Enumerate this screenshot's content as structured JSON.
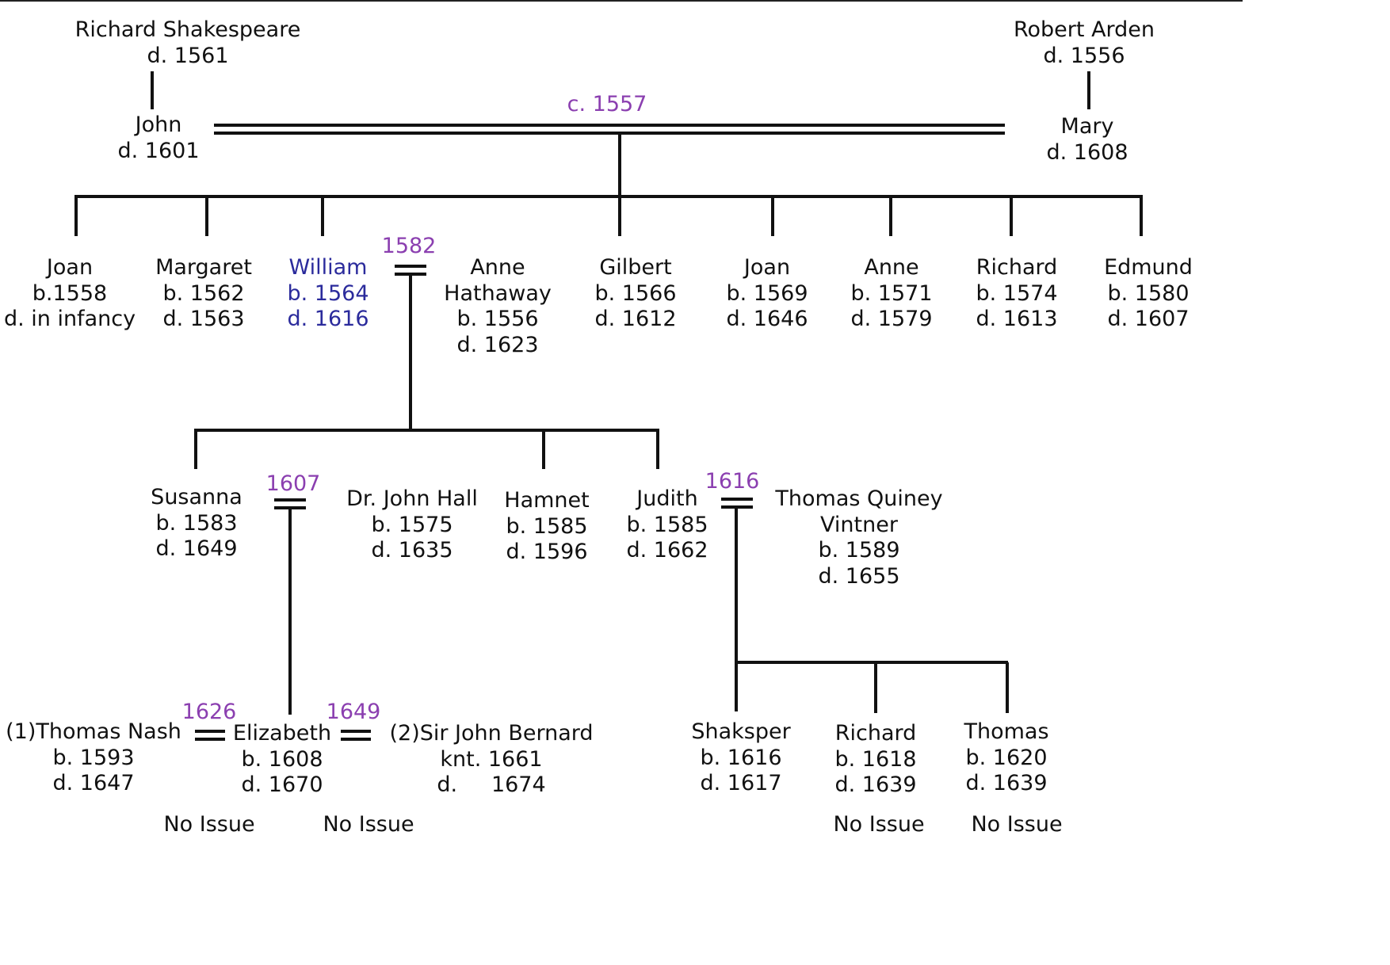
{
  "colors": {
    "text": "#111111",
    "highlight": "#2b2b9c",
    "marriage_year": "#8b3fb0",
    "lines": "#111111"
  },
  "people": {
    "richard_shakespeare": [
      "Richard Shakespeare",
      "d. 1561"
    ],
    "robert_arden": [
      "Robert Arden",
      "d. 1556"
    ],
    "john": [
      "John",
      "d. 1601"
    ],
    "mary": [
      "Mary",
      "d. 1608"
    ],
    "joan_1558": [
      "Joan",
      "b.1558",
      "d. in infancy"
    ],
    "margaret": [
      "Margaret",
      "b. 1562",
      "d. 1563"
    ],
    "william": [
      "William",
      "b. 1564",
      "d. 1616"
    ],
    "anne_hathaway": [
      "Anne",
      "Hathaway",
      "b. 1556",
      "d. 1623"
    ],
    "gilbert": [
      "Gilbert",
      "b. 1566",
      "d. 1612"
    ],
    "joan_1569": [
      "Joan",
      "b. 1569",
      "d. 1646"
    ],
    "anne_1571": [
      "Anne",
      "b. 1571",
      "d. 1579"
    ],
    "richard_1574": [
      "Richard",
      "b. 1574",
      "d. 1613"
    ],
    "edmund": [
      "Edmund",
      "b. 1580",
      "d. 1607"
    ],
    "susanna": [
      "Susanna",
      "b. 1583",
      "d. 1649"
    ],
    "john_hall": [
      "Dr. John Hall",
      "b. 1575",
      "d. 1635"
    ],
    "hamnet": [
      "Hamnet",
      "b. 1585",
      "d. 1596"
    ],
    "judith": [
      "Judith",
      "b. 1585",
      "d. 1662"
    ],
    "thomas_quiney": [
      "Thomas Quiney",
      "Vintner",
      "b. 1589",
      "d. 1655"
    ],
    "thomas_nash": [
      "(1)Thomas Nash",
      "b. 1593",
      "d. 1647"
    ],
    "elizabeth": [
      "Elizabeth",
      "b. 1608",
      "d. 1670"
    ],
    "john_bernard": [
      "(2)Sir John Bernard",
      "knt. 1661",
      "d.     1674"
    ],
    "shaksper": [
      "Shaksper",
      "b. 1616",
      "d. 1617"
    ],
    "richard_1618": [
      "Richard",
      "b. 1618",
      "d. 1639"
    ],
    "thomas_1620": [
      "Thomas",
      "b. 1620",
      "d. 1639"
    ]
  },
  "marriage_years": {
    "john_mary": "c. 1557",
    "william_anne": "1582",
    "susanna_hall": "1607",
    "judith_quiney": "1616",
    "nash_elizabeth": "1626",
    "elizabeth_bernard": "1649"
  },
  "notes": {
    "nash_elizabeth": "No Issue",
    "elizabeth_bernard": "No Issue",
    "richard_1618": "No Issue",
    "thomas_1620": "No Issue"
  }
}
